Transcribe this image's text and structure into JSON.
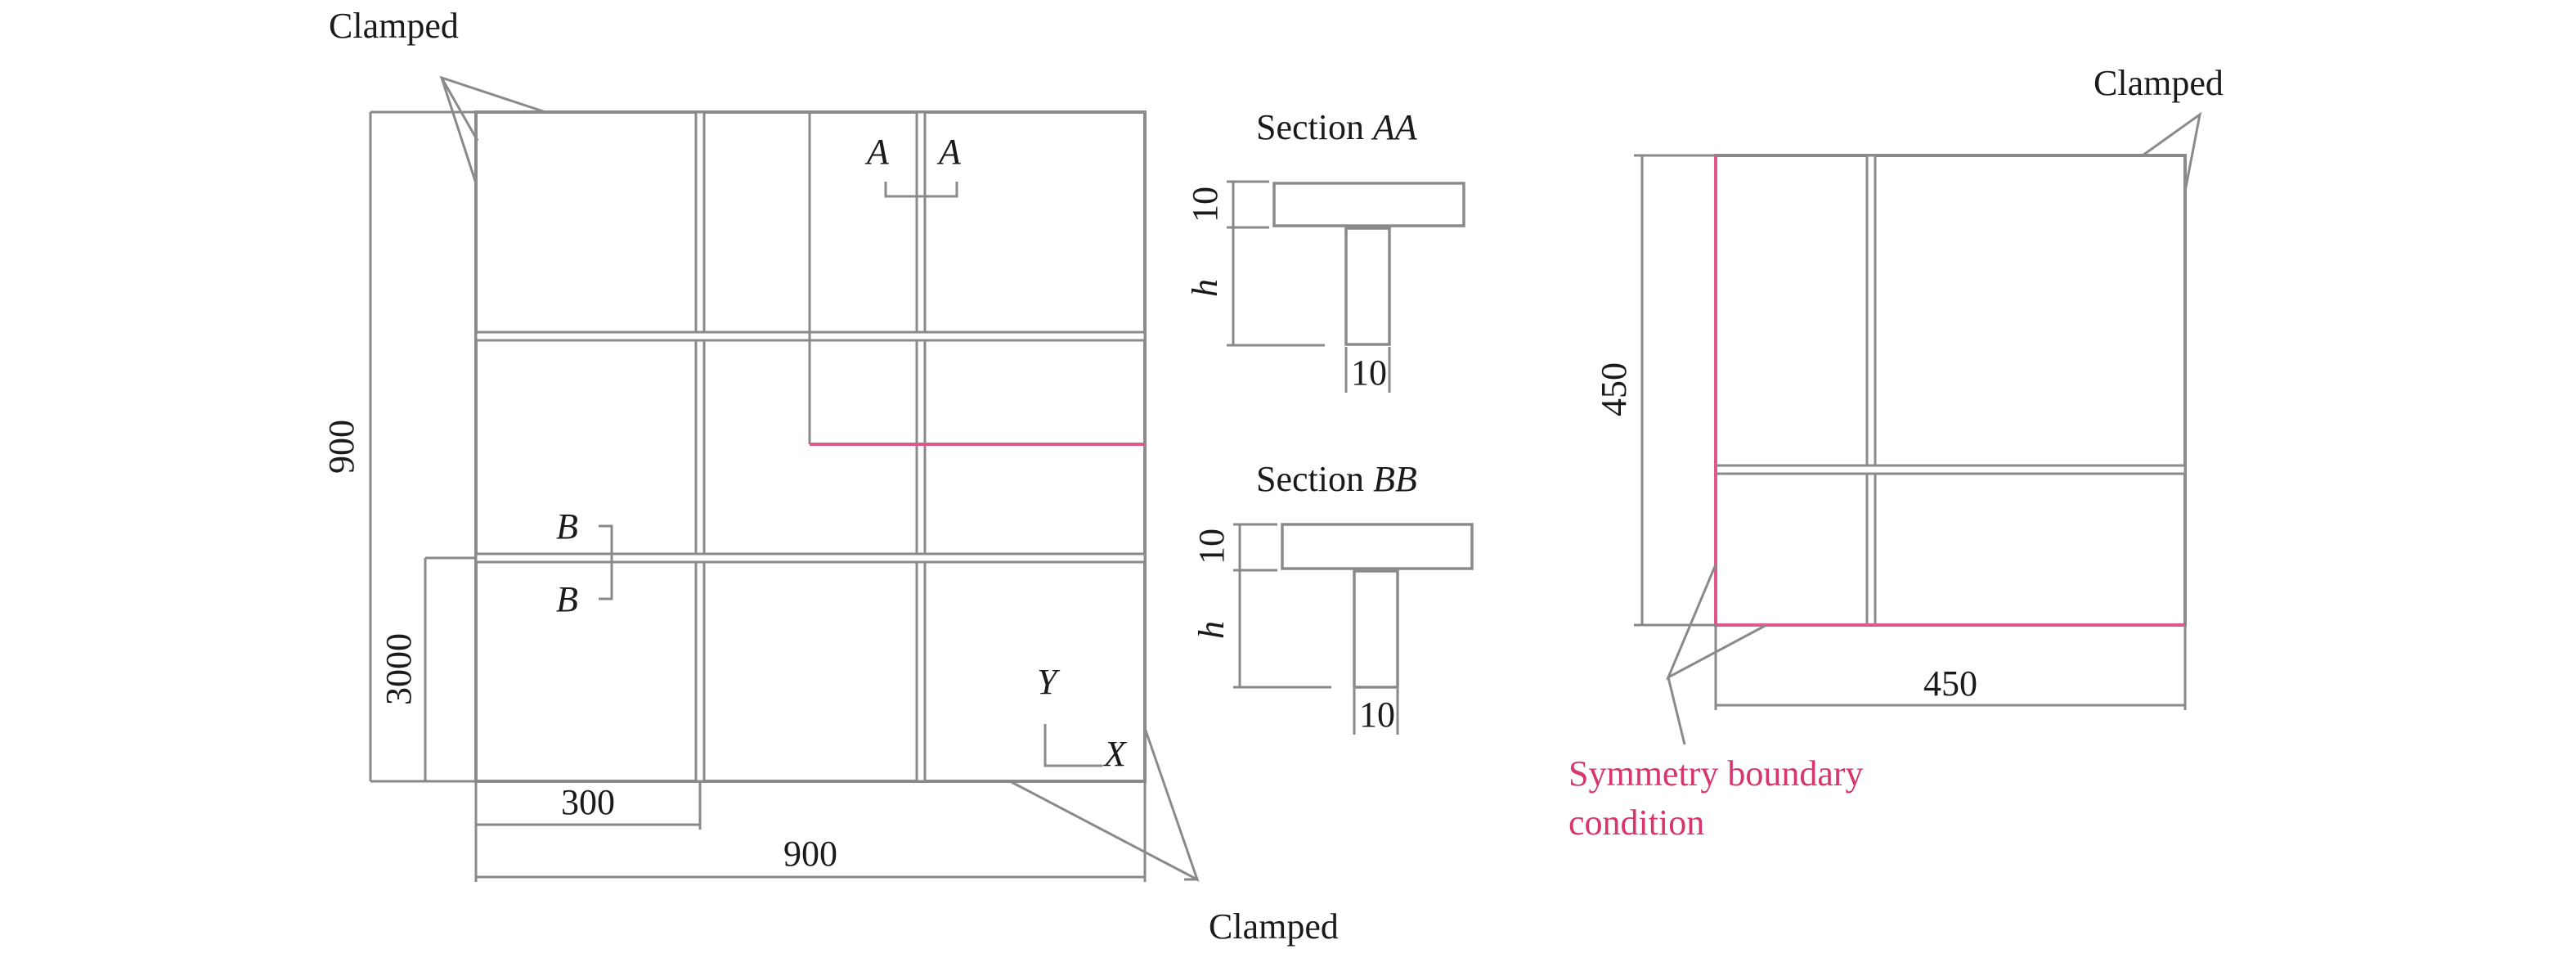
{
  "labels": {
    "clamped_top": "Clamped",
    "clamped_bottom": "Clamped",
    "clamped_right": "Clamped",
    "dim_900_vertical": "900",
    "dim_3000": "3000",
    "dim_300": "300",
    "dim_900_horizontal": "900",
    "marker_a_left": "A",
    "marker_a_right": "A",
    "marker_b_top": "B",
    "marker_b_bottom": "B",
    "axis_y": "Y",
    "axis_x": "X",
    "section_aa_prefix": "Section ",
    "section_aa_suffix": "AA",
    "section_bb_prefix": "Section ",
    "section_bb_suffix": "BB",
    "sec_aa_flange": "10",
    "sec_aa_h": "h",
    "sec_aa_web": "10",
    "sec_bb_flange": "10",
    "sec_bb_h": "h",
    "sec_bb_web": "10",
    "dim_450_vertical": "450",
    "dim_450_horizontal": "450",
    "symmetry_line1": "Symmetry boundary",
    "symmetry_line2": "condition"
  },
  "colors": {
    "line": "#8a8a8a",
    "text": "#1a1a1a",
    "symmetry": "#d6356d"
  }
}
